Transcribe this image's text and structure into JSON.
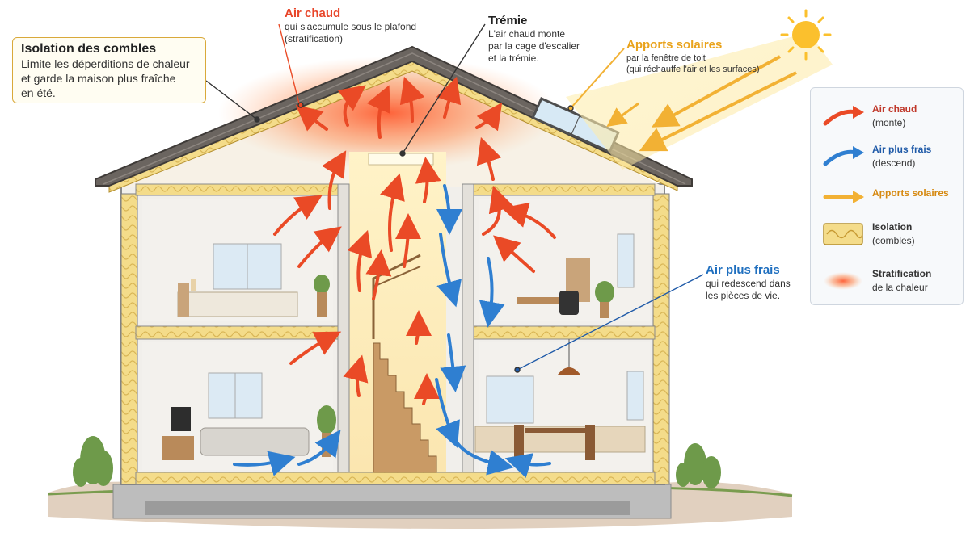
{
  "callouts": {
    "isolation": {
      "title": "Isolation des combles",
      "body": "Limite les déperditions de chaleur\net garde la maison plus fraîche\nen été."
    },
    "hot_air": {
      "title": "Air chaud",
      "body": "qui s'accumule sous le plafond\n(stratification)"
    },
    "tremie": {
      "title": "Trémie",
      "body": "L'air chaud monte\npar la cage d'escalier\net la trémie."
    },
    "solar": {
      "title": "Apports solaires",
      "body": "par la fenêtre de toit\n(qui réchauffe l'air et les surfaces)"
    },
    "cool_air": {
      "title": "Air plus frais",
      "body": "qui redescend dans\nles pièces de vie."
    }
  },
  "legend": {
    "items": [
      {
        "title": "Air chaud",
        "subtitle": "(monte)",
        "icon": "hot-arrow-icon"
      },
      {
        "title": "Air plus frais",
        "subtitle": "(descend)",
        "icon": "cool-arrow-icon"
      },
      {
        "title": "Apports solaires",
        "subtitle": "",
        "icon": "sun-arrow-icon"
      },
      {
        "title": "Isolation",
        "subtitle": "(combles)",
        "icon": "insulation-icon"
      },
      {
        "title": "Stratification",
        "subtitle": "de la chaleur",
        "icon": "heat-haze-icon"
      }
    ]
  },
  "colors": {
    "hot": "#ea4a26",
    "cool": "#2f7fd1",
    "solar": "#f2b134",
    "insulation": "#f4dc8a",
    "roof": "#6b6560",
    "wall": "#ececea"
  }
}
